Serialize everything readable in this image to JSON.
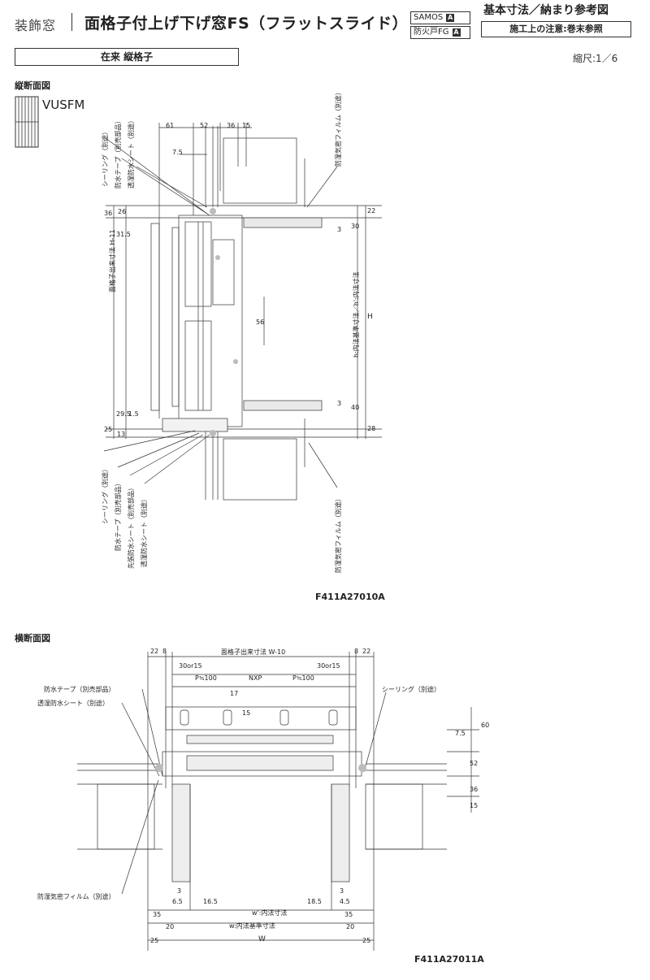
{
  "header": {
    "category": "装飾窓",
    "title": "面格子付上げ下げ窓FS（フラットスライド）",
    "badge_1": "SAMOS",
    "badge_2": "防火戸FG",
    "badge_grade": "A",
    "ref_title": "基本寸法／納まり参考図",
    "ref_note": "施工上の注意:巻末参照"
  },
  "type_label": "在来 縦格子",
  "scale": "縮尺:1／6",
  "vertical": {
    "section_title": "縦断面図",
    "model": "VUSFM",
    "code": "F411A27010A",
    "dims_top": [
      "61",
      "52",
      "36",
      "15"
    ],
    "dim_7_5": "7.5",
    "dim_36": "36",
    "dim_26": "26",
    "dim_31_5": "31.5",
    "dim_29_5": "29.5",
    "dim_1_5": "1.5",
    "dim_25": "25",
    "dim_13": "13",
    "dim_22": "22",
    "dim_30": "30",
    "dim_3a": "3",
    "dim_3b": "3",
    "dim_40": "40",
    "dim_28": "28",
    "dim_56": "56",
    "label_lattice_h": "面格子出来寸法 H-11",
    "label_inner_h": "h:内法基準寸法／h':内法寸法",
    "label_H": "H",
    "top_labels": [
      "シーリング（別途）",
      "防水テープ（別売部品）",
      "透湿防水シート（別途）"
    ],
    "right_top_label": "防湿気密フィルム（別途）",
    "bottom_labels": [
      "シーリング（別途）",
      "防水テープ（別売部品）",
      "先張防水シート（別売部品）",
      "透湿防水シート（別途）"
    ],
    "right_bottom_label": "防湿気密フィルム（別途）"
  },
  "horizontal": {
    "section_title": "横断面図",
    "code": "F411A27011A",
    "top_dim": "面格子出来寸法 W-10",
    "dim_22l": "22",
    "dim_8l": "8",
    "dim_8r": "8",
    "dim_22r": "22",
    "dim_30or15_l": "30or15",
    "dim_30or15_r": "30or15",
    "dim_p_l": "P≒100",
    "dim_nxp": "NXP",
    "dim_p_r": "P≒100",
    "dim_17": "17",
    "dim_15": "15",
    "dim_60": "60",
    "dim_7_5": "7.5",
    "dim_52": "52",
    "dim_36": "36",
    "dim_15b": "15",
    "dim_3l": "3",
    "dim_3r": "3",
    "dim_6_5": "6.5",
    "dim_16_5": "16.5",
    "dim_18_5": "18.5",
    "dim_4_5": "4.5",
    "dim_35l": "35",
    "dim_35r": "35",
    "dim_20l": "20",
    "dim_20r": "20",
    "dim_25l": "25",
    "dim_25r": "25",
    "label_w_prime": "w':内法寸法",
    "label_w": "w:内法基準寸法",
    "label_W": "W",
    "left_labels": [
      "防水テープ（別売部品）",
      "透湿防水シート（別途）"
    ],
    "right_label": "シーリング（別途）",
    "bottom_left_label": "防湿気密フィルム（別途）"
  }
}
